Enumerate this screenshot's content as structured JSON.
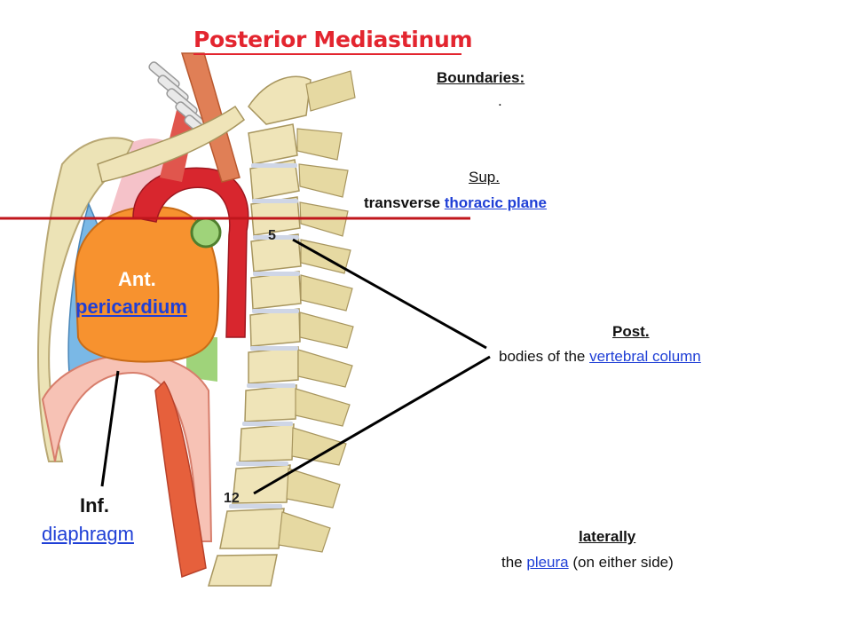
{
  "title": "Posterior Mediastinum",
  "boundaries": {
    "heading": "Boundaries:",
    "dot": "."
  },
  "superior": {
    "label": "Sup.",
    "prefix": "transverse",
    "link": "thoracic plane"
  },
  "anterior": {
    "label": "Ant.",
    "link": "pericardium"
  },
  "posterior": {
    "label": "Post.",
    "prefix": "bodies of the",
    "link": "vertebral column"
  },
  "inferior": {
    "label": "Inf.",
    "link": "diaphragm"
  },
  "lateral": {
    "label": "laterally",
    "prefix": "the",
    "link": "pleura",
    "suffix": "(on either side)"
  },
  "vertebra_numbers": {
    "upper": "5",
    "lower": "12"
  },
  "colors": {
    "title": "#e3252f",
    "link": "#1f3fd6",
    "plane_line": "#c0161c",
    "pericardium": "#f7922f",
    "bone": "#efe4b8",
    "aorta": "#d8262e"
  }
}
